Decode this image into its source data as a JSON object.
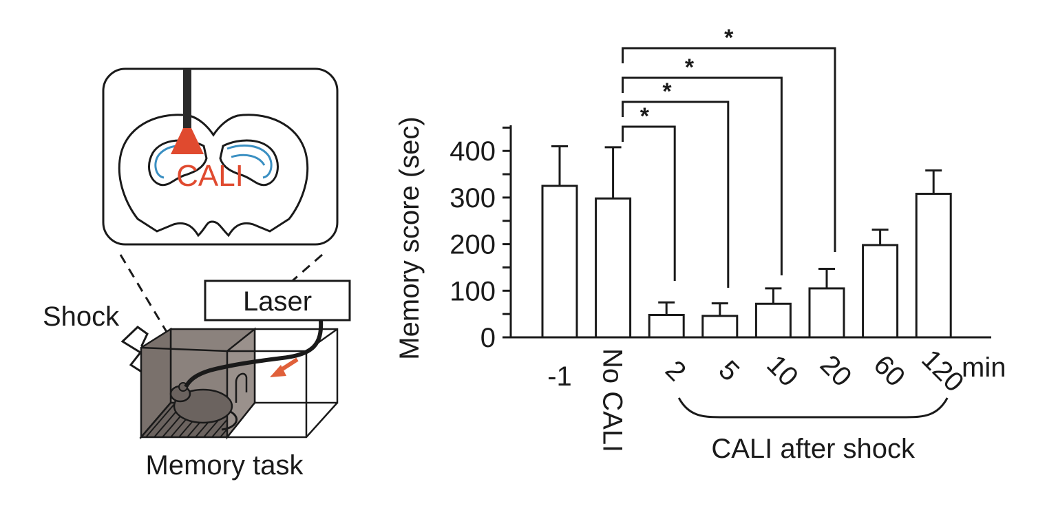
{
  "schematic": {
    "brain_label": "CALI",
    "laser_label": "Laser",
    "shock_label": "Shock",
    "task_label": "Memory task",
    "colors": {
      "cali": "#e04a2f",
      "hippocampus": "#3a8fc2",
      "box": "#7a716c",
      "arrow": "#e0603a"
    }
  },
  "chart_data": {
    "type": "bar",
    "categories": [
      "-1",
      "No CALI",
      "2",
      "5",
      "10",
      "20",
      "60",
      "120"
    ],
    "values": [
      325,
      298,
      48,
      46,
      72,
      105,
      198,
      308
    ],
    "errors": [
      85,
      110,
      27,
      27,
      33,
      42,
      33,
      50
    ],
    "ylabel": "Memory score (sec)",
    "yticks": [
      0,
      100,
      200,
      300,
      400
    ],
    "ylim": [
      0,
      455
    ],
    "x_unit_label": "min",
    "group_label": "CALI after shock",
    "group_categories": [
      "2",
      "5",
      "10",
      "20",
      "60",
      "120"
    ],
    "significance": [
      {
        "from": "No CALI",
        "to": "2",
        "marker": "*"
      },
      {
        "from": "No CALI",
        "to": "5",
        "marker": "*"
      },
      {
        "from": "No CALI",
        "to": "10",
        "marker": "*"
      },
      {
        "from": "No CALI",
        "to": "20",
        "marker": "*"
      }
    ],
    "grid": false,
    "bar_fill": "#ffffff",
    "bar_stroke": "#1a1a1a"
  }
}
